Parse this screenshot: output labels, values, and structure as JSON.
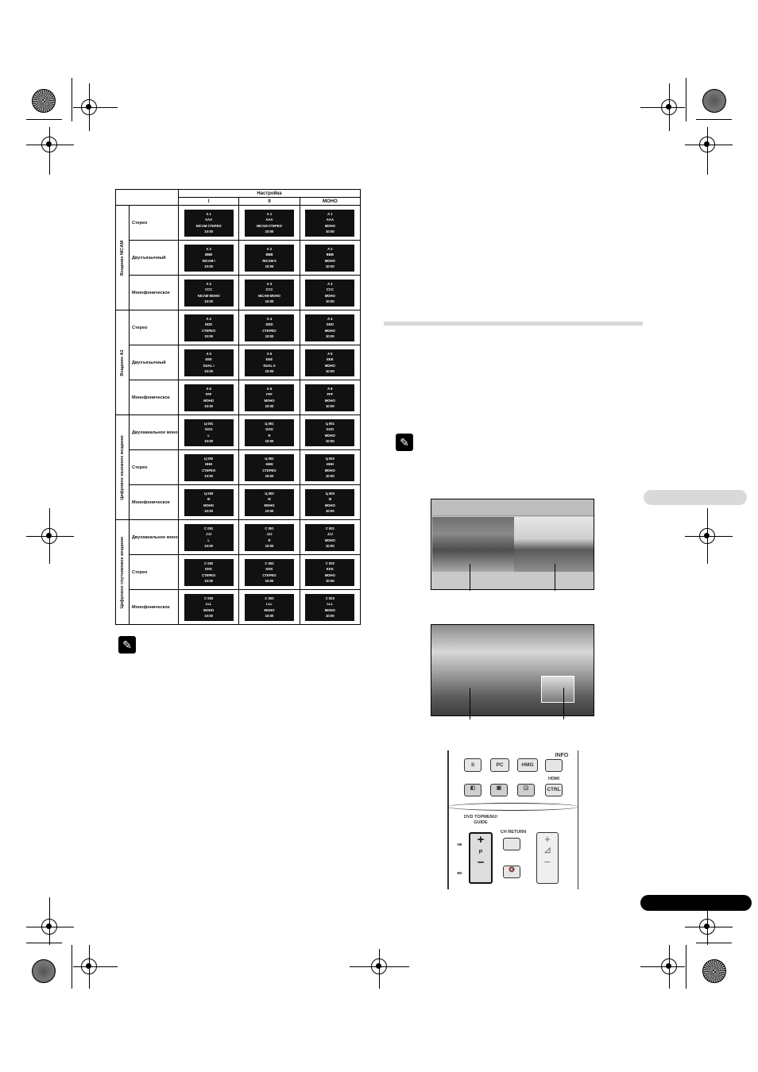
{
  "table": {
    "header_settings": "Настройка",
    "col_headers": [
      "I",
      "II",
      "МОНО"
    ],
    "groups": [
      {
        "label": "Вещание NICAM",
        "rows": [
          {
            "label": "Стерео",
            "cells": [
              [
                "A 1",
                "AAA",
                "NICAM СТЕРЕО",
                "10:00"
              ],
              [
                "A 1",
                "AAA",
                "NICAM СТЕРЕО",
                "10:00"
              ],
              [
                "A 1",
                "AAA",
                "МОНО",
                "10:00"
              ]
            ]
          },
          {
            "label": "Двухъязычный",
            "cells": [
              [
                "A 2",
                "BBB",
                "NICAM I",
                "10:00"
              ],
              [
                "A 2",
                "BBB",
                "NICAM II",
                "10:00"
              ],
              [
                "A 2",
                "BBB",
                "МОНО",
                "10:00"
              ]
            ]
          },
          {
            "label": "Монофоническое",
            "cells": [
              [
                "A 3",
                "CCC",
                "NICAM МОНО",
                "10:00"
              ],
              [
                "A 3",
                "CCC",
                "NICAM МОНО",
                "10:00"
              ],
              [
                "A 3",
                "CCC",
                "МОНО",
                "10:00"
              ]
            ]
          }
        ]
      },
      {
        "label": "Вещание A2",
        "rows": [
          {
            "label": "Стерео",
            "cells": [
              [
                "A 4",
                "DDD",
                "СТЕРЕО",
                "10:00"
              ],
              [
                "A 4",
                "DDD",
                "СТЕРЕО",
                "10:00"
              ],
              [
                "A 4",
                "DDD",
                "МОНО",
                "10:00"
              ]
            ]
          },
          {
            "label": "Двухъязычный",
            "cells": [
              [
                "A 5",
                "EEE",
                "DUAL I",
                "10:00"
              ],
              [
                "A 5",
                "EEE",
                "DUAL II",
                "10:00"
              ],
              [
                "A 5",
                "EEE",
                "МОНО",
                "10:00"
              ]
            ]
          },
          {
            "label": "Монофоническое",
            "cells": [
              [
                "A 6",
                "FFF",
                "МОНО",
                "10:00"
              ],
              [
                "A 6",
                "FFF",
                "МОНО",
                "10:00"
              ],
              [
                "A 6",
                "FFF",
                "МОНО",
                "10:00"
              ]
            ]
          }
        ]
      },
      {
        "label": "Цифровое наземное вещание",
        "rows": [
          {
            "label": "Двухканальное моно",
            "cells": [
              [
                "Ц 001",
                "GGG",
                "L",
                "10:00"
              ],
              [
                "Ц 001",
                "GGG",
                "R",
                "10:00"
              ],
              [
                "Ц 001",
                "GGG",
                "МОНО",
                "10:00"
              ]
            ]
          },
          {
            "label": "Стерео",
            "cells": [
              [
                "Ц 002",
                "HHH",
                "СТЕРЕО",
                "10:00"
              ],
              [
                "Ц 002",
                "HHH",
                "СТЕРЕО",
                "10:00"
              ],
              [
                "Ц 002",
                "HHH",
                "МОНО",
                "10:00"
              ]
            ]
          },
          {
            "label": "Монофоническое",
            "cells": [
              [
                "Ц 003",
                "III",
                "МОНО",
                "10:00"
              ],
              [
                "Ц 003",
                "III",
                "МОНО",
                "10:00"
              ],
              [
                "Ц 003",
                "III",
                "МОНО",
                "10:00"
              ]
            ]
          }
        ]
      },
      {
        "label": "Цифровое спутниковое вещание",
        "rows": [
          {
            "label": "Двухканальное моно",
            "cells": [
              [
                "С 001",
                "JJJ",
                "L",
                "10:00"
              ],
              [
                "С 001",
                "JJJ",
                "R",
                "10:00"
              ],
              [
                "С 001",
                "JJJ",
                "МОНО",
                "10:00"
              ]
            ]
          },
          {
            "label": "Стерео",
            "cells": [
              [
                "С 002",
                "KKK",
                "СТЕРЕО",
                "10:00"
              ],
              [
                "С 002",
                "KKK",
                "СТЕРЕО",
                "10:00"
              ],
              [
                "С 002",
                "KKK",
                "МОНО",
                "10:00"
              ]
            ]
          },
          {
            "label": "Монофоническое",
            "cells": [
              [
                "С 003",
                "LLL",
                "МОНО",
                "10:00"
              ],
              [
                "С 003",
                "LLL",
                "МОНО",
                "10:00"
              ],
              [
                "С 003",
                "LLL",
                "МОНО",
                "10:00"
              ]
            ]
          }
        ]
      }
    ]
  },
  "remote": {
    "btn_s": "S",
    "btn_pc": "PC",
    "btn_hmg": "HMG",
    "lbl_info": "INFO",
    "lbl_hdmi": "HDMI",
    "btn_ctrl": "CTRL",
    "lbl_dvd": "DVD TOPMENU/",
    "lbl_guide": "GUIDE",
    "lbl_chreturn": "CH RETURN",
    "lbl_p": "P",
    "plus": "+",
    "minus": "–"
  },
  "icons": [
    "note-icon",
    "pencil-icon",
    "registration-mark-icon"
  ]
}
